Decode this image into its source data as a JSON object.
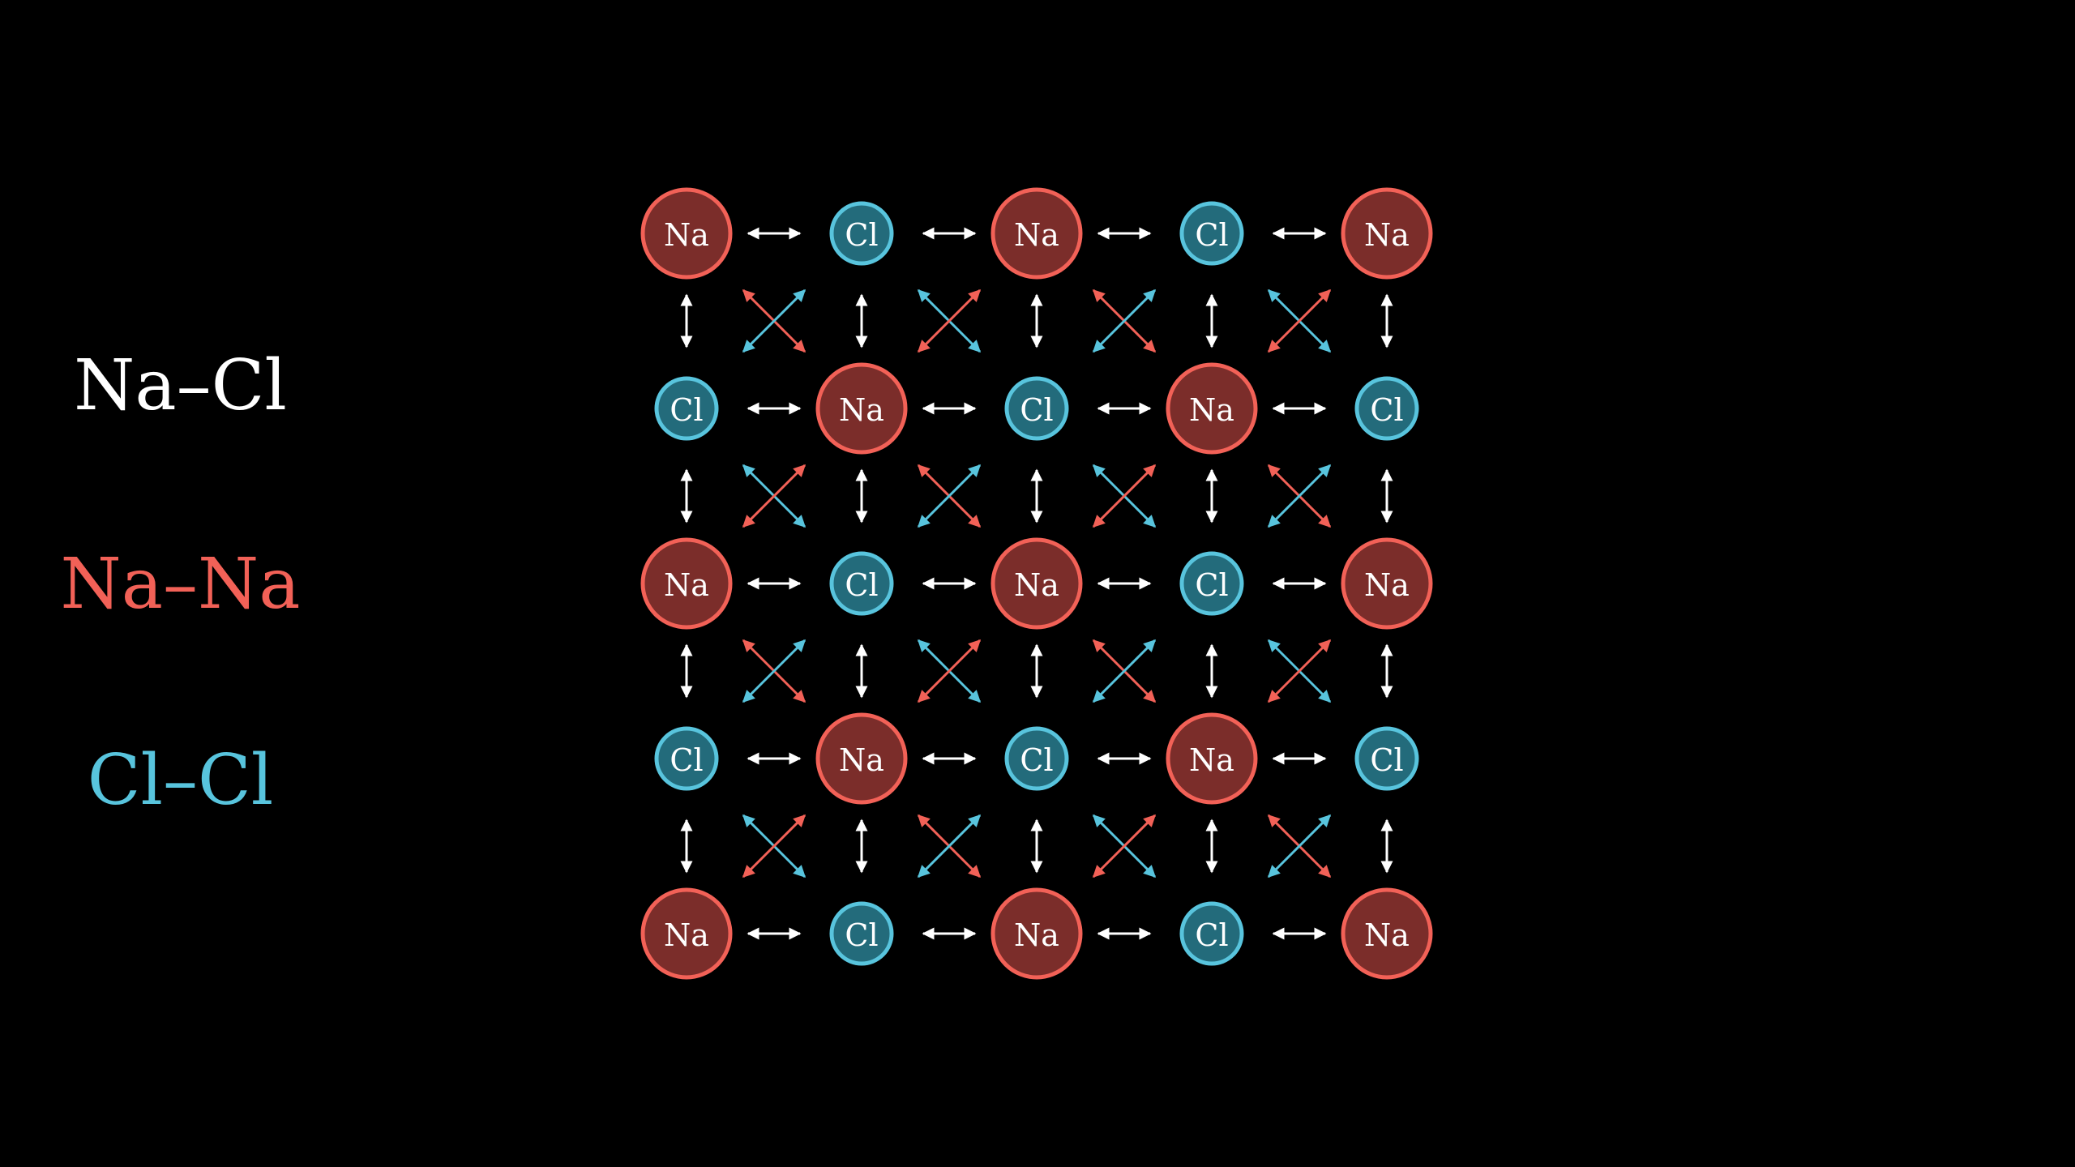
{
  "legend": {
    "na_cl": "Na–Cl",
    "na_na": "Na–Na",
    "cl_cl": "Cl–Cl"
  },
  "colors": {
    "background": "#000000",
    "na_cl": "#ffffff",
    "na_na": "#f26157",
    "cl_cl": "#58c4dd",
    "na_fill": "#7b2d2a",
    "cl_fill": "#236b7b"
  },
  "atoms": {
    "na_label": "Na",
    "cl_label": "Cl"
  },
  "lattice": {
    "rows": [
      [
        "Na",
        "Cl",
        "Na",
        "Cl",
        "Na"
      ],
      [
        "Cl",
        "Na",
        "Cl",
        "Na",
        "Cl"
      ],
      [
        "Na",
        "Cl",
        "Na",
        "Cl",
        "Na"
      ],
      [
        "Cl",
        "Na",
        "Cl",
        "Na",
        "Cl"
      ],
      [
        "Na",
        "Cl",
        "Na",
        "Cl",
        "Na"
      ]
    ]
  }
}
